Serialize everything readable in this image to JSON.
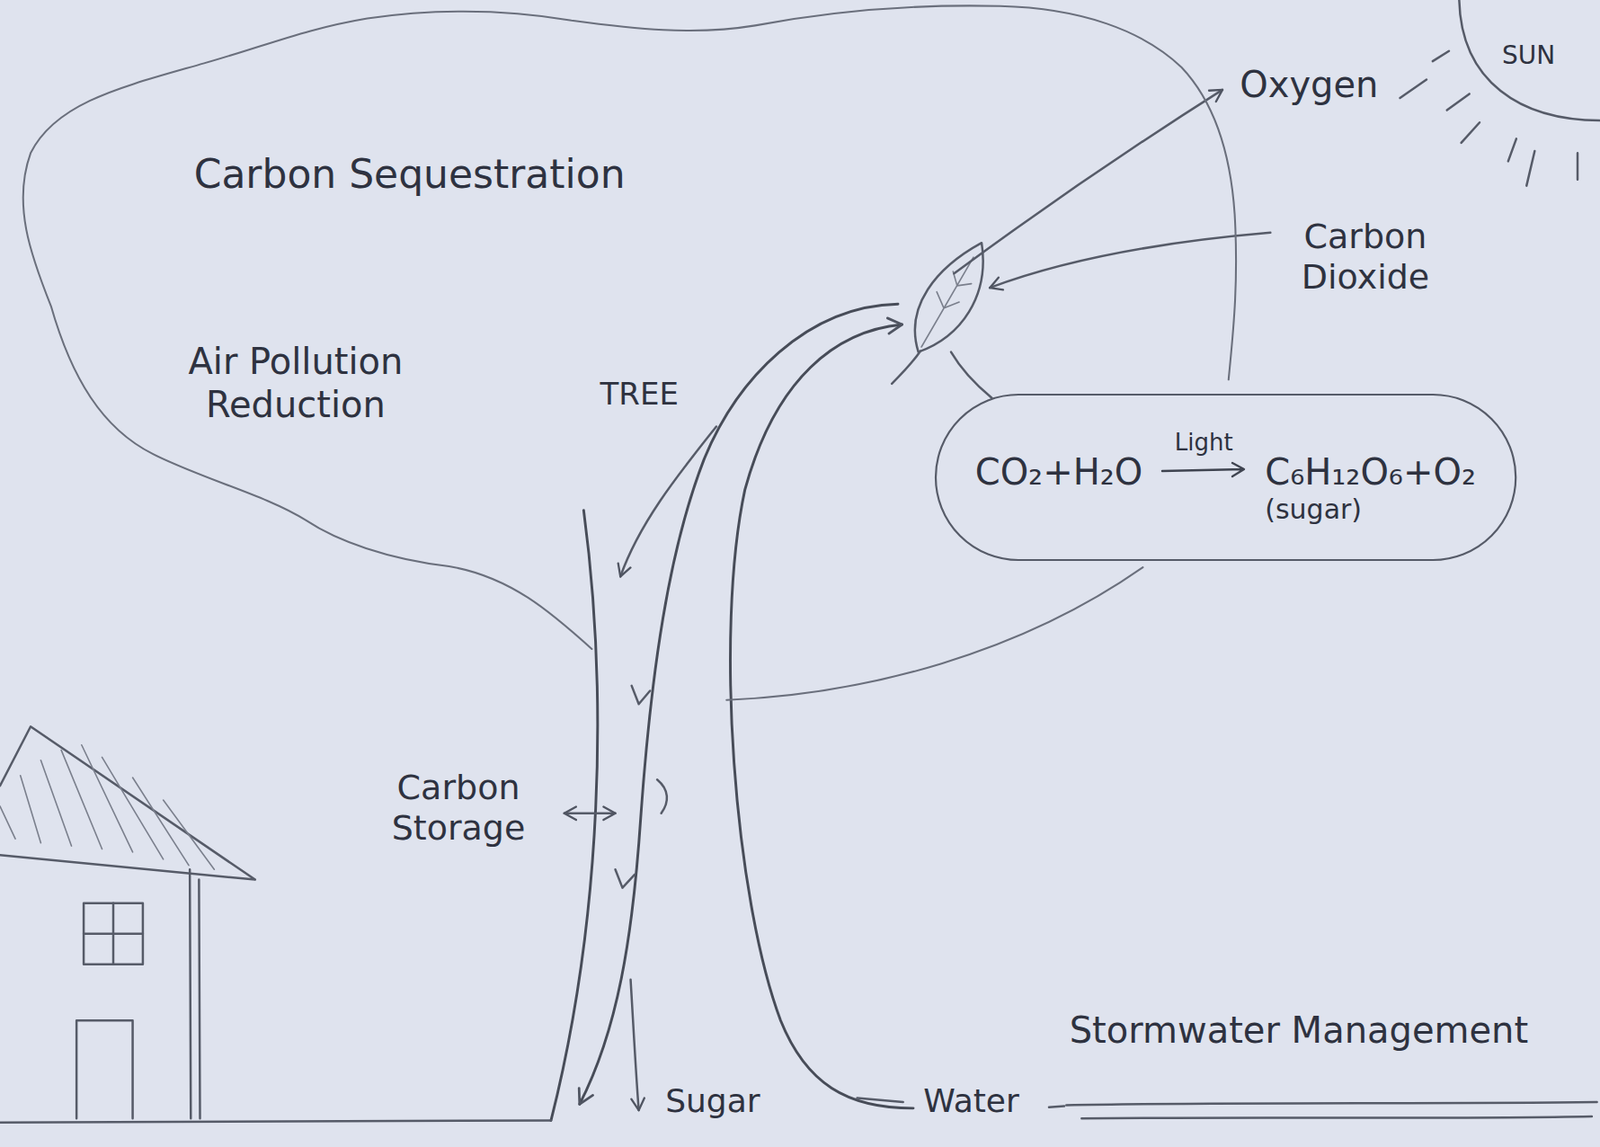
{
  "diagram": {
    "nodes": [
      {
        "text": [
          "Carbon Sequestration",
          "Air Pollution Reduction",
          "TREE"
        ]
      },
      {
        "text": [
          "SUN"
        ]
      },
      {
        "text": [
          "CO₂+H₂O",
          "Light",
          "C₆H₁₂O₆+O₂",
          "(sugar)"
        ]
      }
    ],
    "labels": [
      "Oxygen",
      "Carbon Dioxide",
      "Carbon Storage",
      "Sugar",
      "Water",
      "Stormwater Management"
    ]
  }
}
